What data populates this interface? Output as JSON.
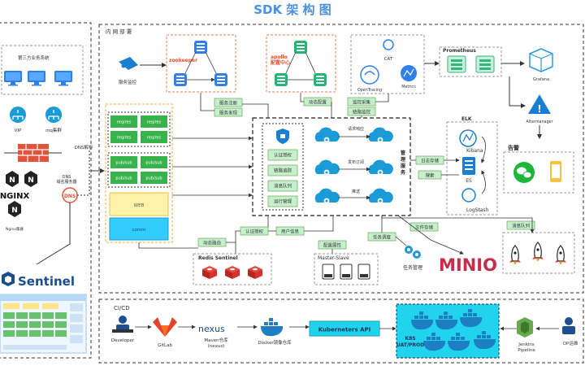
{
  "title": "SDK 架 构 图",
  "sections": {
    "internal": "内 网 部 署",
    "cicd": "CI/CD"
  },
  "left_panel": {
    "third_party": "第三方业务系统",
    "vip": "VIP",
    "mq": "mq集群",
    "dns_resolve": "DNS解析",
    "dns_label": "DNS\n域名服务器",
    "dns_badge": "DNS",
    "nginx_caption": "Nginx集群",
    "sentinel": "Sentinel"
  },
  "top_row": {
    "service_monitor": "服务监控",
    "zookeeper": "zookeeper",
    "apollo": "apollo\n配置中心",
    "cat": "CAT",
    "opentracing": "OpenTracing",
    "metrics": "Metrics",
    "prometheus": "Prometheus",
    "grafana": "Grafana",
    "alertmanager": "Altermanager",
    "alert": "告警"
  },
  "tags": {
    "service_register": "服务注册",
    "service_discovery": "服务发现",
    "dynamic_config": "动态配置",
    "monitor_collect": "监控采集",
    "link_monitor": "链路监控",
    "log_store": "日志存储",
    "search": "搜索",
    "file_store": "文件存储",
    "task_schedule": "任务调度",
    "dynamic_route": "动态路由",
    "auth": "认证授权",
    "user_info": "用户信息",
    "config_attr": "配置属性",
    "message_queue": "消息队列"
  },
  "services": {
    "mod1": "认证授权",
    "mod2": "链路追踪",
    "mod3": "消息队列",
    "mod4": "运行管理",
    "mgmt_label": "管\n理\n服\n务",
    "req_response": "请求响应",
    "publish_subscribe": "发布订阅",
    "push": "推送"
  },
  "cluster": {
    "nodes": [
      "req/res",
      "req/res",
      "req/res",
      "req/res",
      "pub/sub",
      "pub/sub",
      "pub/sub",
      "pub/sub"
    ],
    "web": "WEB",
    "comm": "comm"
  },
  "storage": {
    "elk": "ELK",
    "kibana": "Kibana",
    "es": "ES",
    "logstash": "LogStash",
    "redis_sentinel": "Redis Sentinel",
    "master_slave": "Master-Slave",
    "task_mgmt": "任务管理",
    "minio": "MINIO"
  },
  "cicd": {
    "developer": "Developer",
    "gitlab": "GitLab",
    "nexus_logo": "nexus",
    "maven": "Maven仓库\n(nexus)",
    "docker": "Docker镜像仓库",
    "k8s_api": "Kuberneters API",
    "k8s_env": "K8S\nUAT/PROD",
    "jenkins": "Jenkins\nPipeline",
    "ops": "OP运维"
  },
  "colors": {
    "accent_blue": "#2f80ed",
    "tag_green": "#c6efce",
    "tag_border": "#6aa84f",
    "cluster_green": "#38b24a",
    "cluster_cyan": "#33ccff",
    "web_yellow": "#fff2a8",
    "k8s_cyan": "#22d3ee",
    "redis_red": "#d8322f",
    "minio_red": "#c72c48",
    "sentinel_blue": "#1b4f8c"
  }
}
